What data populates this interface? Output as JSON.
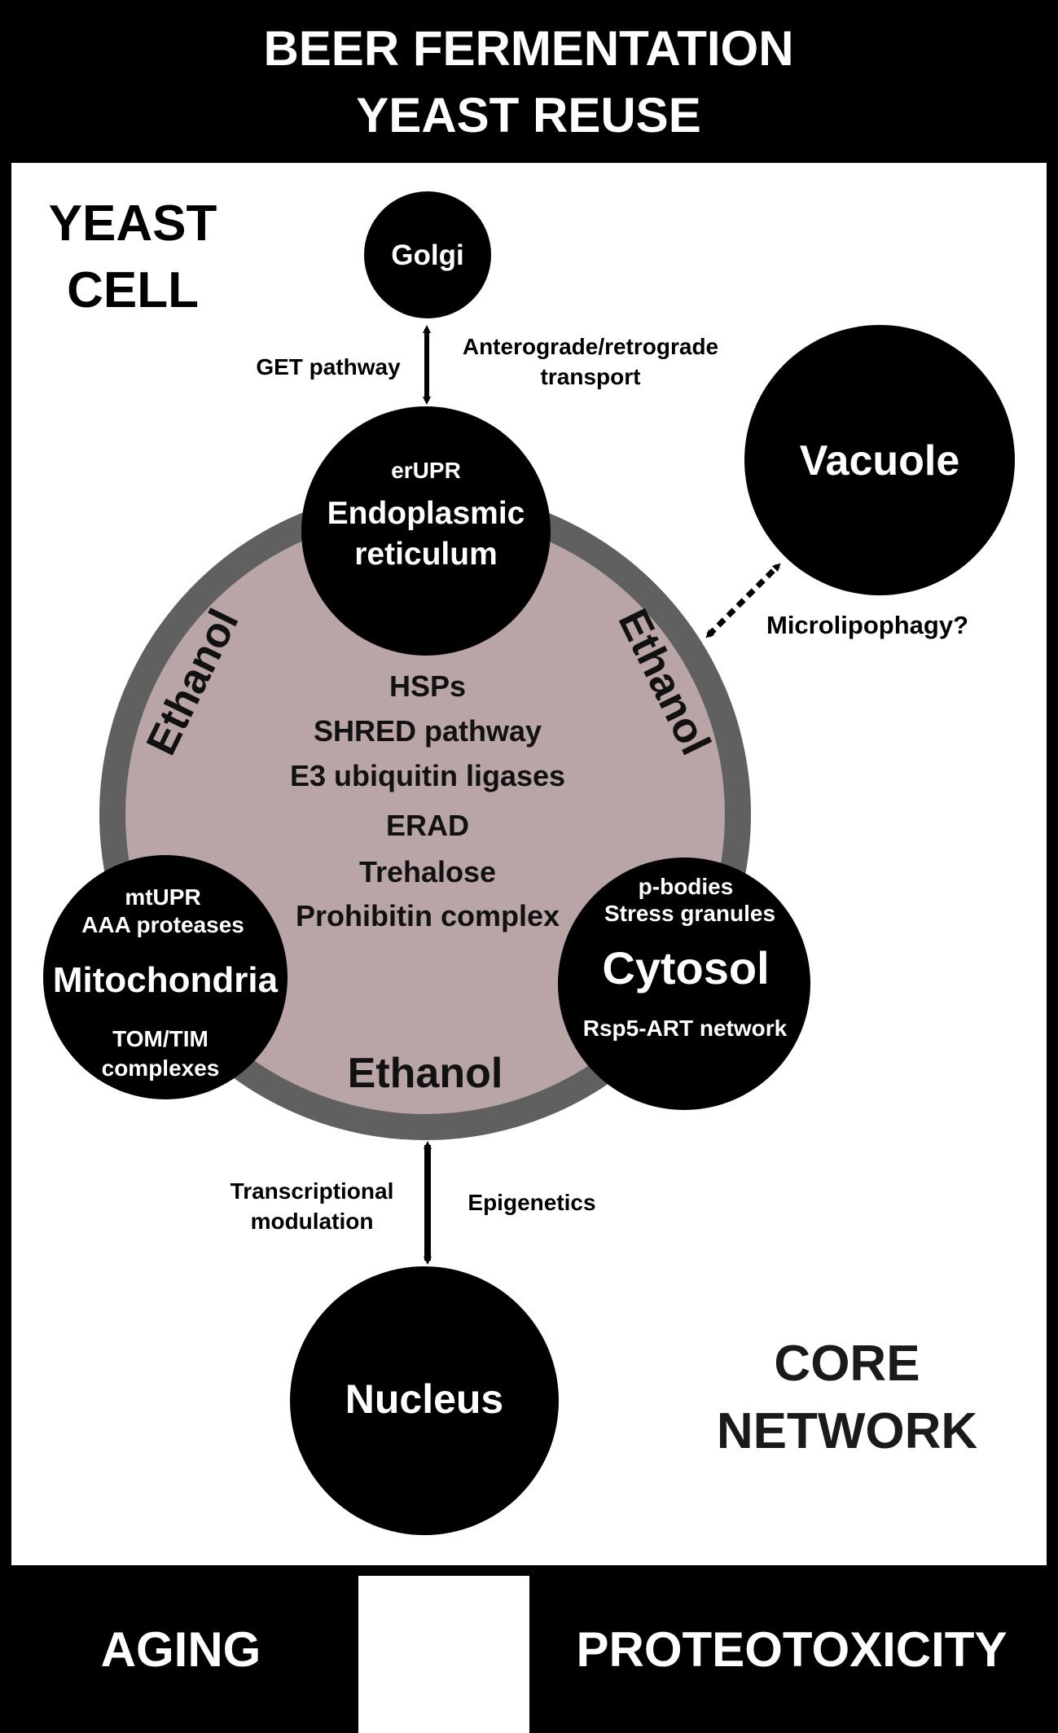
{
  "header": {
    "line1": "BEER FERMENTATION",
    "line2": "YEAST REUSE"
  },
  "corner_labels": {
    "yeast_cell_line1": "YEAST",
    "yeast_cell_line2": "CELL",
    "core_line1": "CORE",
    "core_line2": "NETWORK"
  },
  "footer": {
    "left": "AGING",
    "right": "PROTEOTOXICITY"
  },
  "organelles": {
    "golgi": "Golgi",
    "vacuole": "Vacuole",
    "er": {
      "top": "erUPR",
      "line1": "Endoplasmic",
      "line2": "reticulum"
    },
    "mito": {
      "top1": "mtUPR",
      "top2": "AAA proteases",
      "name": "Mitochondria",
      "bottom1": "TOM/TIM",
      "bottom2": "complexes"
    },
    "cytosol": {
      "top1": "p-bodies",
      "top2": "Stress granules",
      "name": "Cytosol",
      "bottom": "Rsp5-ART network"
    },
    "nucleus": "Nucleus"
  },
  "central_items": [
    "HSPs",
    "SHRED pathway",
    "E3 ubiquitin ligases",
    "ERAD",
    "Trehalose",
    "Prohibitin complex"
  ],
  "ethanol": {
    "left": "Ethanol",
    "right": "Ethanol",
    "bottom": "Ethanol"
  },
  "arrows": {
    "golgi_er_left": "GET pathway",
    "golgi_er_right1": "Anterograde/retrograde",
    "golgi_er_right2": "transport",
    "vacuole": "Microlipophagy?",
    "nucleus_left1": "Transcriptional",
    "nucleus_left2": "modulation",
    "nucleus_right": "Epigenetics"
  },
  "colors": {
    "frame": "#000000",
    "membrane_ring": "#606060",
    "cytoplasm_fill": "#b9a4a6",
    "organelle_fill": "#000000",
    "label_on_dark": "#ffffff"
  }
}
